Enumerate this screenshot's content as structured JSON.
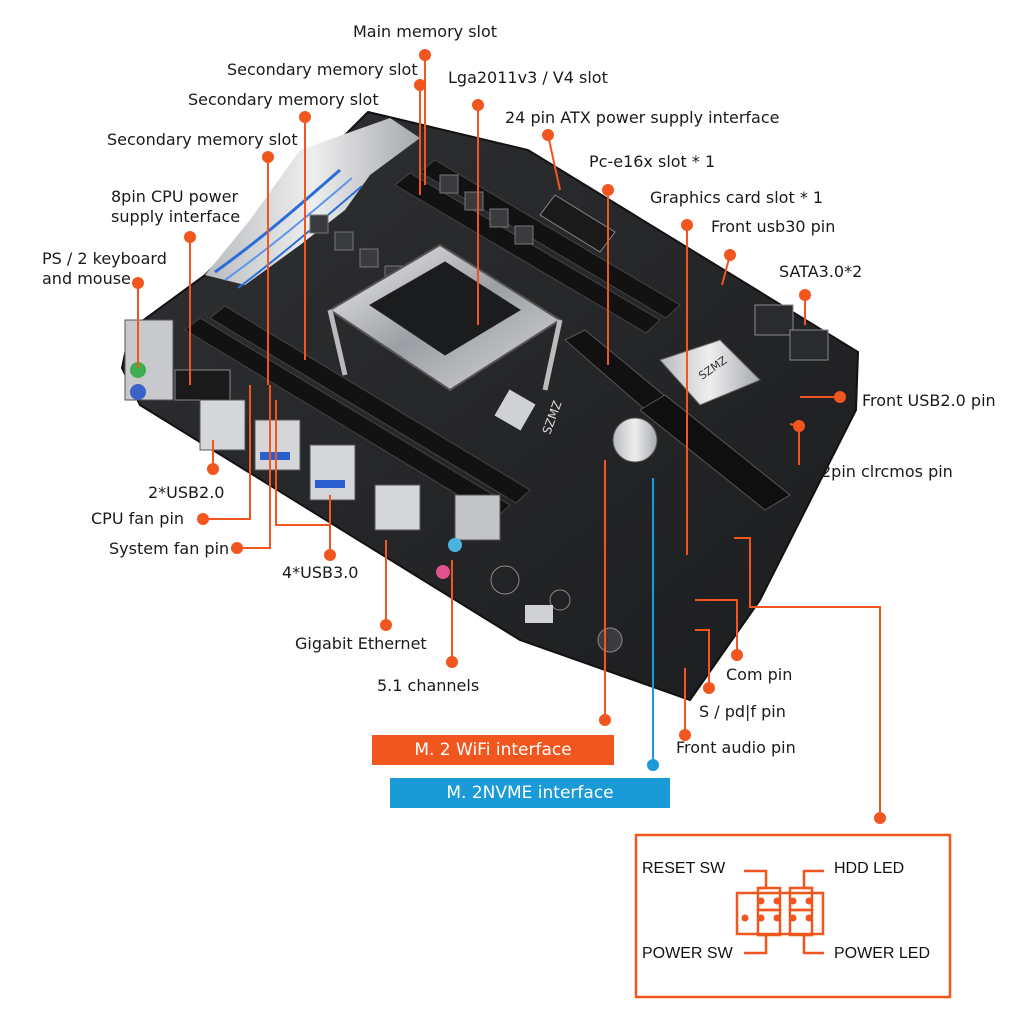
{
  "accent": "#f0561d",
  "nvme_color": "#1a9ad6",
  "labels": {
    "main_memory": "Main memory slot",
    "secondary_memory_1": "Secondary memory slot",
    "secondary_memory_2": "Secondary memory slot",
    "secondary_memory_3": "Secondary memory slot",
    "lga_slot": "Lga2011v3 / V4 slot",
    "atx_power": "24 pin ATX power supply interface",
    "pcie_slot": "Pc-e16x slot * 1",
    "cpu_power_line1": "8pin CPU power",
    "cpu_power_line2": "supply interface",
    "graphics_slot": "Graphics card slot * 1",
    "front_usb30": "Front usb30 pin",
    "ps2_line1": "PS / 2 keyboard",
    "ps2_line2": "and mouse",
    "sata": "SATA3.0*2",
    "front_usb20": "Front USB2.0 pin",
    "clrcmos": "2pin clrcmos pin",
    "usb20": "2*USB2.0",
    "cpu_fan": "CPU fan pin",
    "system_fan": "System fan pin",
    "usb30": "4*USB3.0",
    "gigabit": "Gigabit Ethernet",
    "com": "Com pin",
    "channels": "5.1 channels",
    "spdif": "S / pd|f pin",
    "front_audio": "Front audio pin"
  },
  "banners": {
    "wifi": "M. 2 WiFi interface",
    "nvme": "M. 2NVME interface"
  },
  "panel": {
    "reset_sw": "RESET SW",
    "hdd_led": "HDD  LED",
    "power_sw": "POWER SW",
    "power_led": "POWER LED"
  },
  "board": {
    "brand": "SZMZ",
    "chip_mark": "SZMZ"
  }
}
